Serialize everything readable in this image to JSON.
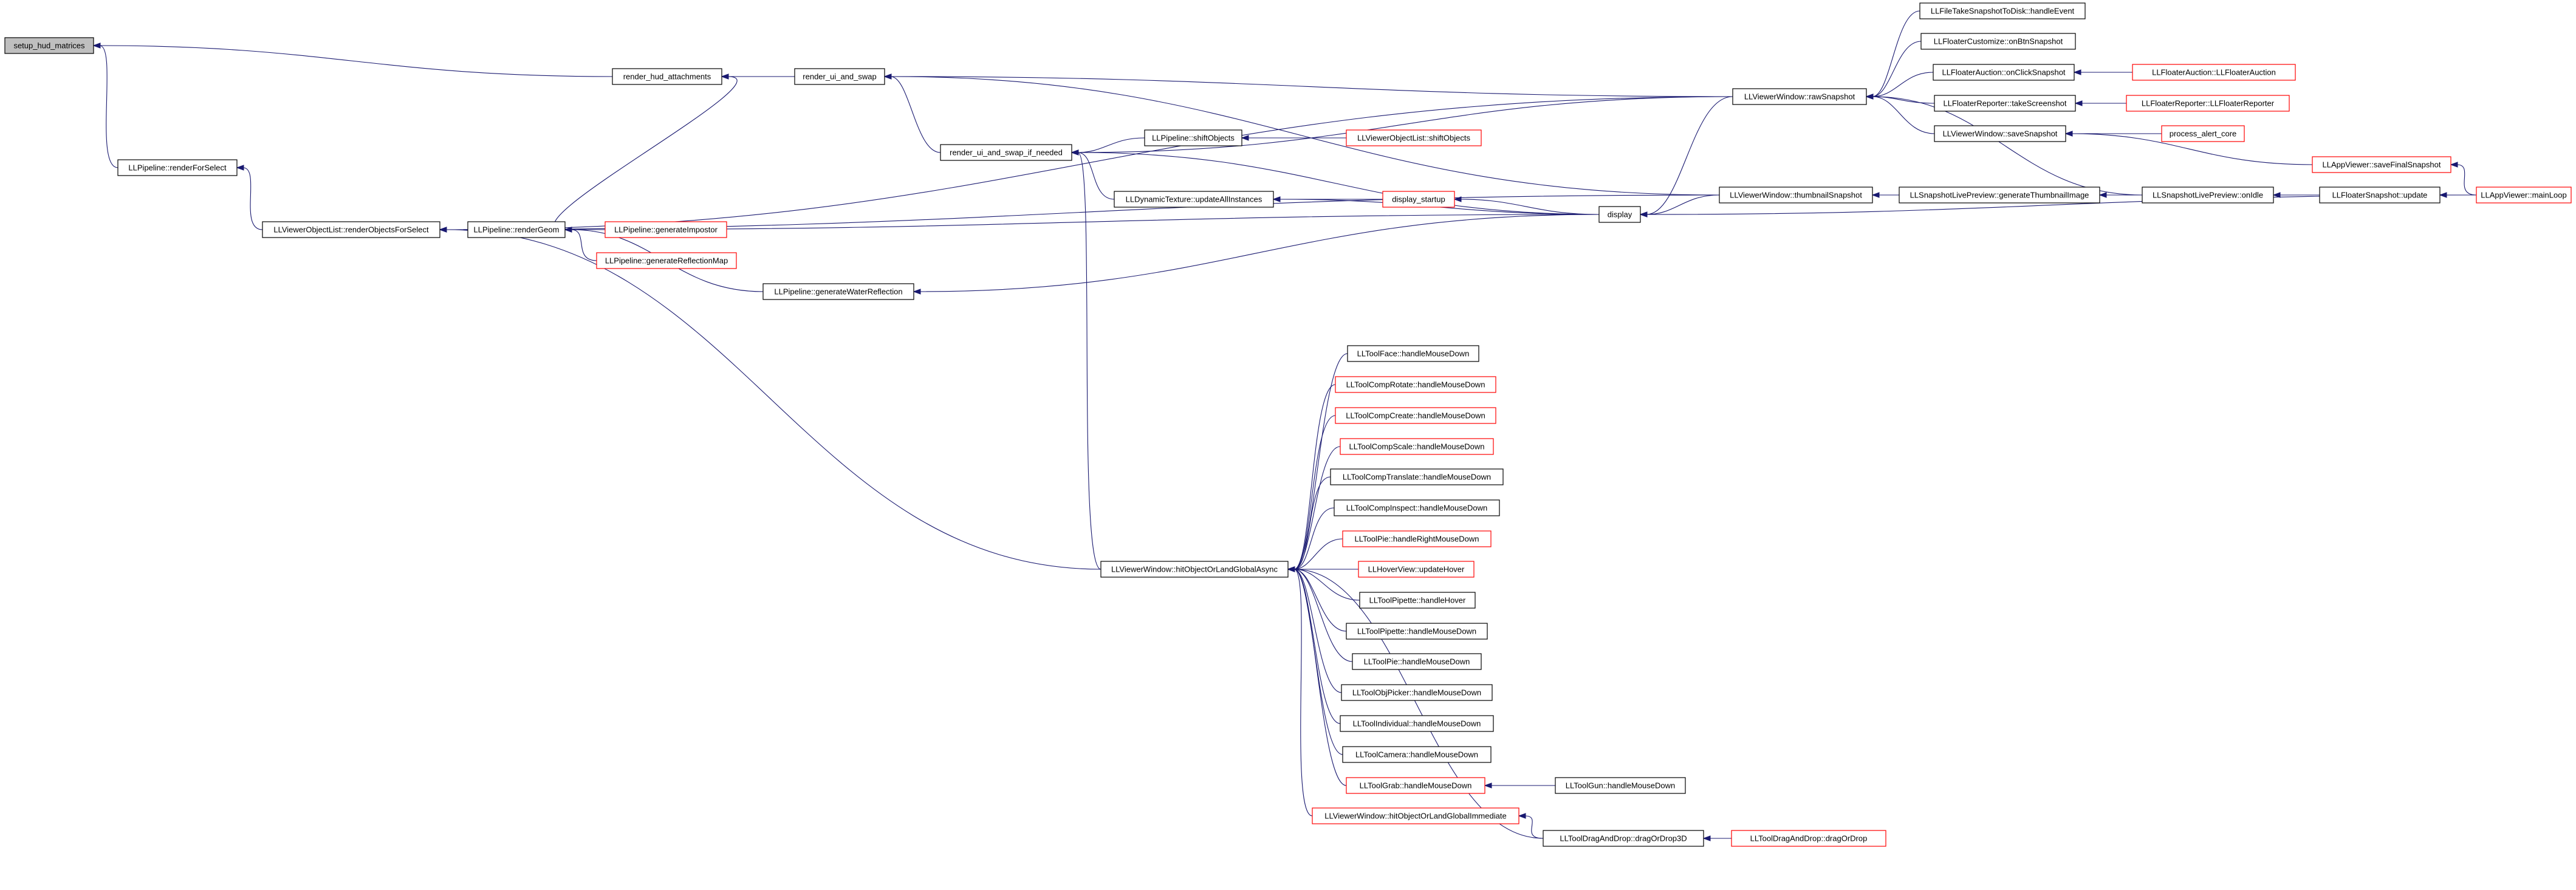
{
  "diagram": {
    "title": "",
    "colors": {
      "edge": "#191970",
      "node_border": "#000000",
      "node_border_external": "#ff0000",
      "root_fill": "#bfbfbf",
      "node_fill": "#ffffff"
    },
    "nodes": [
      {
        "id": "setup_hud_matrices",
        "label": "setup_hud_matrices",
        "root": true
      },
      {
        "id": "rfs_pipeline",
        "label": "LLPipeline::renderForSelect"
      },
      {
        "id": "render_hud_attachments",
        "label": "render_hud_attachments"
      },
      {
        "id": "render_ui_and_swap",
        "label": "render_ui_and_swap"
      },
      {
        "id": "render_ui_and_swap_if_needed",
        "label": "render_ui_and_swap_if_needed"
      },
      {
        "id": "vol_renderObjectsForSelect",
        "label": "LLViewerObjectList::renderObjectsForSelect"
      },
      {
        "id": "pipeline_renderGeom",
        "label": "LLPipeline::renderGeom"
      },
      {
        "id": "generateImpostor",
        "label": "LLPipeline::generateImpostor",
        "external": true
      },
      {
        "id": "generateReflectionMap",
        "label": "LLPipeline::generateReflectionMap",
        "external": true
      },
      {
        "id": "generateWaterReflection",
        "label": "LLPipeline::generateWaterReflection"
      },
      {
        "id": "shiftObjects",
        "label": "LLPipeline::shiftObjects"
      },
      {
        "id": "vol_shiftObjects",
        "label": "LLViewerObjectList::shiftObjects",
        "external": true
      },
      {
        "id": "updateAllInstances",
        "label": "LLDynamicTexture::updateAllInstances"
      },
      {
        "id": "display_startup",
        "label": "display_startup",
        "external": true
      },
      {
        "id": "display",
        "label": "display"
      },
      {
        "id": "rawSnapshot",
        "label": "LLViewerWindow::rawSnapshot"
      },
      {
        "id": "thumbnailSnapshot",
        "label": "LLViewerWindow::thumbnailSnapshot"
      },
      {
        "id": "takeSnapshotToDisk",
        "label": "LLFileTakeSnapshotToDisk::handleEvent"
      },
      {
        "id": "floaterCustomize",
        "label": "LLFloaterCustomize::onBtnSnapshot"
      },
      {
        "id": "floaterAuctionSnap",
        "label": "LLFloaterAuction::onClickSnapshot"
      },
      {
        "id": "floaterAuctionCtor",
        "label": "LLFloaterAuction::LLFloaterAuction",
        "external": true
      },
      {
        "id": "floaterReporterShot",
        "label": "LLFloaterReporter::takeScreenshot"
      },
      {
        "id": "floaterReporterCtor",
        "label": "LLFloaterReporter::LLFloaterReporter",
        "external": true
      },
      {
        "id": "saveSnapshot",
        "label": "LLViewerWindow::saveSnapshot"
      },
      {
        "id": "process_alert_core",
        "label": "process_alert_core",
        "external": true
      },
      {
        "id": "saveFinalSnapshot",
        "label": "LLAppViewer::saveFinalSnapshot",
        "external": true
      },
      {
        "id": "generateThumbnailImage",
        "label": "LLSnapshotLivePreview::generateThumbnailImage"
      },
      {
        "id": "livePreviewOnIdle",
        "label": "LLSnapshotLivePreview::onIdle"
      },
      {
        "id": "floaterSnapshotUpdate",
        "label": "LLFloaterSnapshot::update"
      },
      {
        "id": "appViewerMainLoop",
        "label": "LLAppViewer::mainLoop",
        "external": true
      },
      {
        "id": "hitObjectOrLandGlobalAsync",
        "label": "LLViewerWindow::hitObjectOrLandGlobalAsync"
      },
      {
        "id": "toolFace",
        "label": "LLToolFace::handleMouseDown"
      },
      {
        "id": "toolCompRotate",
        "label": "LLToolCompRotate::handleMouseDown",
        "external": true
      },
      {
        "id": "toolCompCreate",
        "label": "LLToolCompCreate::handleMouseDown",
        "external": true
      },
      {
        "id": "toolCompScale",
        "label": "LLToolCompScale::handleMouseDown",
        "external": true
      },
      {
        "id": "toolCompTranslate",
        "label": "LLToolCompTranslate::handleMouseDown"
      },
      {
        "id": "toolCompInspect",
        "label": "LLToolCompInspect::handleMouseDown"
      },
      {
        "id": "toolPieRight",
        "label": "LLToolPie::handleRightMouseDown",
        "external": true
      },
      {
        "id": "hoverViewUpdate",
        "label": "LLHoverView::updateHover",
        "external": true
      },
      {
        "id": "toolPipetteHover",
        "label": "LLToolPipette::handleHover"
      },
      {
        "id": "toolPipetteDown",
        "label": "LLToolPipette::handleMouseDown"
      },
      {
        "id": "toolPieDown",
        "label": "LLToolPie::handleMouseDown"
      },
      {
        "id": "toolObjPicker",
        "label": "LLToolObjPicker::handleMouseDown"
      },
      {
        "id": "toolIndividual",
        "label": "LLToolIndividual::handleMouseDown"
      },
      {
        "id": "toolCamera",
        "label": "LLToolCamera::handleMouseDown"
      },
      {
        "id": "toolGrab",
        "label": "LLToolGrab::handleMouseDown",
        "external": true
      },
      {
        "id": "toolGun",
        "label": "LLToolGun::handleMouseDown"
      },
      {
        "id": "hitImmediate",
        "label": "LLViewerWindow::hitObjectOrLandGlobalImmediate",
        "external": true
      },
      {
        "id": "dragOrDrop3D",
        "label": "LLToolDragAndDrop::dragOrDrop3D"
      },
      {
        "id": "dragOrDrop",
        "label": "LLToolDragAndDrop::dragOrDrop",
        "external": true
      }
    ],
    "edges": [
      [
        "rfs_pipeline",
        "setup_hud_matrices"
      ],
      [
        "render_hud_attachments",
        "setup_hud_matrices"
      ],
      [
        "vol_renderObjectsForSelect",
        "rfs_pipeline"
      ],
      [
        "render_ui_and_swap",
        "render_hud_attachments"
      ],
      [
        "pipeline_renderGeom",
        "render_hud_attachments"
      ],
      [
        "render_ui_and_swap_if_needed",
        "render_ui_and_swap"
      ],
      [
        "rawSnapshot",
        "render_ui_and_swap"
      ],
      [
        "thumbnailSnapshot",
        "render_ui_and_swap"
      ],
      [
        "display",
        "render_ui_and_swap_if_needed"
      ],
      [
        "shiftObjects",
        "render_ui_and_swap_if_needed"
      ],
      [
        "updateAllInstances",
        "render_ui_and_swap_if_needed"
      ],
      [
        "rawSnapshot",
        "render_ui_and_swap_if_needed"
      ],
      [
        "pipeline_renderGeom",
        "vol_renderObjectsForSelect"
      ],
      [
        "rawSnapshot",
        "vol_renderObjectsForSelect"
      ],
      [
        "thumbnailSnapshot",
        "vol_renderObjectsForSelect"
      ],
      [
        "hitObjectOrLandGlobalAsync",
        "vol_renderObjectsForSelect"
      ],
      [
        "display",
        "pipeline_renderGeom"
      ],
      [
        "generateImpostor",
        "pipeline_renderGeom"
      ],
      [
        "generateReflectionMap",
        "pipeline_renderGeom"
      ],
      [
        "generateWaterReflection",
        "pipeline_renderGeom"
      ],
      [
        "display",
        "generateWaterReflection"
      ],
      [
        "hitObjectOrLandGlobalAsync",
        "render_ui_and_swap_if_needed"
      ],
      [
        "vol_shiftObjects",
        "shiftObjects"
      ],
      [
        "display_startup",
        "updateAllInstances"
      ],
      [
        "display",
        "updateAllInstances"
      ],
      [
        "display",
        "display_startup"
      ],
      [
        "rawSnapshot",
        "display"
      ],
      [
        "thumbnailSnapshot",
        "display"
      ],
      [
        "appViewerMainLoop",
        "display"
      ],
      [
        "takeSnapshotToDisk",
        "rawSnapshot"
      ],
      [
        "floaterCustomize",
        "rawSnapshot"
      ],
      [
        "floaterAuctionSnap",
        "rawSnapshot"
      ],
      [
        "floaterReporterShot",
        "rawSnapshot"
      ],
      [
        "saveSnapshot",
        "rawSnapshot"
      ],
      [
        "livePreviewOnIdle",
        "rawSnapshot"
      ],
      [
        "floaterAuctionCtor",
        "floaterAuctionSnap"
      ],
      [
        "floaterReporterCtor",
        "floaterReporterShot"
      ],
      [
        "process_alert_core",
        "saveSnapshot"
      ],
      [
        "saveFinalSnapshot",
        "saveSnapshot"
      ],
      [
        "appViewerMainLoop",
        "saveFinalSnapshot"
      ],
      [
        "generateThumbnailImage",
        "thumbnailSnapshot"
      ],
      [
        "livePreviewOnIdle",
        "generateThumbnailImage"
      ],
      [
        "floaterSnapshotUpdate",
        "livePreviewOnIdle"
      ],
      [
        "appViewerMainLoop",
        "floaterSnapshotUpdate"
      ],
      [
        "toolFace",
        "hitObjectOrLandGlobalAsync"
      ],
      [
        "toolCompRotate",
        "hitObjectOrLandGlobalAsync"
      ],
      [
        "toolCompCreate",
        "hitObjectOrLandGlobalAsync"
      ],
      [
        "toolCompScale",
        "hitObjectOrLandGlobalAsync"
      ],
      [
        "toolCompTranslate",
        "hitObjectOrLandGlobalAsync"
      ],
      [
        "toolCompInspect",
        "hitObjectOrLandGlobalAsync"
      ],
      [
        "toolPieRight",
        "hitObjectOrLandGlobalAsync"
      ],
      [
        "hoverViewUpdate",
        "hitObjectOrLandGlobalAsync"
      ],
      [
        "toolPipetteHover",
        "hitObjectOrLandGlobalAsync"
      ],
      [
        "toolPipetteDown",
        "hitObjectOrLandGlobalAsync"
      ],
      [
        "toolPieDown",
        "hitObjectOrLandGlobalAsync"
      ],
      [
        "toolObjPicker",
        "hitObjectOrLandGlobalAsync"
      ],
      [
        "toolIndividual",
        "hitObjectOrLandGlobalAsync"
      ],
      [
        "toolCamera",
        "hitObjectOrLandGlobalAsync"
      ],
      [
        "toolGrab",
        "hitObjectOrLandGlobalAsync"
      ],
      [
        "hitImmediate",
        "hitObjectOrLandGlobalAsync"
      ],
      [
        "dragOrDrop3D",
        "hitObjectOrLandGlobalAsync"
      ],
      [
        "toolGun",
        "toolGrab"
      ],
      [
        "dragOrDrop3D",
        "hitImmediate"
      ],
      [
        "dragOrDrop",
        "dragOrDrop3D"
      ]
    ]
  }
}
